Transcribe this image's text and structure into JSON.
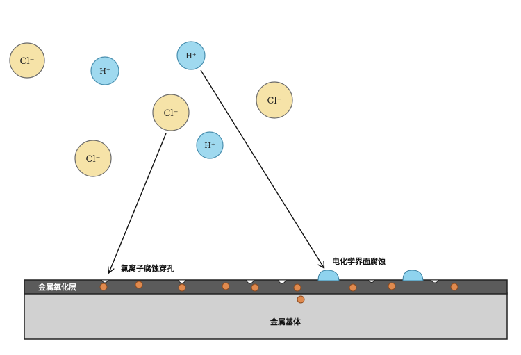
{
  "ions": {
    "cl1": "Cl⁻",
    "cl2": "Cl⁻",
    "cl3": "Cl⁻",
    "cl4": "Cl⁻",
    "h1": "H⁺",
    "h2": "H⁺",
    "h3": "H⁺"
  },
  "labels": {
    "oxide_layer": "金属氧化层",
    "metal_base": "金属基体",
    "chloride_pitting": "氯离子腐蚀穿孔",
    "electrochemical": "电化学界面腐蚀"
  },
  "colors": {
    "cl_fill": "#f6e3a8",
    "h_fill": "#9fd9ef",
    "oxide": "#5b5b5b",
    "metal": "#d1d1d1",
    "particle": "#e08a4e",
    "deposit": "#8fd3ee"
  }
}
